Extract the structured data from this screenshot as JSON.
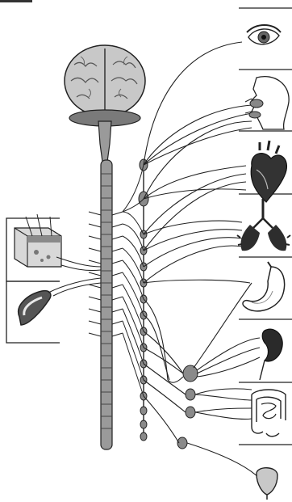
{
  "diagram": {
    "style": "grayscale line illustration",
    "colors": {
      "ink": "#222222",
      "light_gray": "#d0d0d0",
      "mid_gray": "#9a9a9a",
      "dark_gray": "#5c5c5c",
      "brain_fill": "#c8c8c8"
    },
    "central": [
      "brain",
      "brainstem",
      "spinal-cord"
    ],
    "ganglion_chain": {
      "count": 16
    },
    "collateral_ganglia": 4,
    "sensory_inputs": [
      "skin-block",
      "muscle-loop"
    ],
    "target_organs": [
      "eye",
      "head-salivary-glands",
      "heart",
      "lungs",
      "stomach",
      "kidney",
      "intestines",
      "bladder"
    ]
  }
}
